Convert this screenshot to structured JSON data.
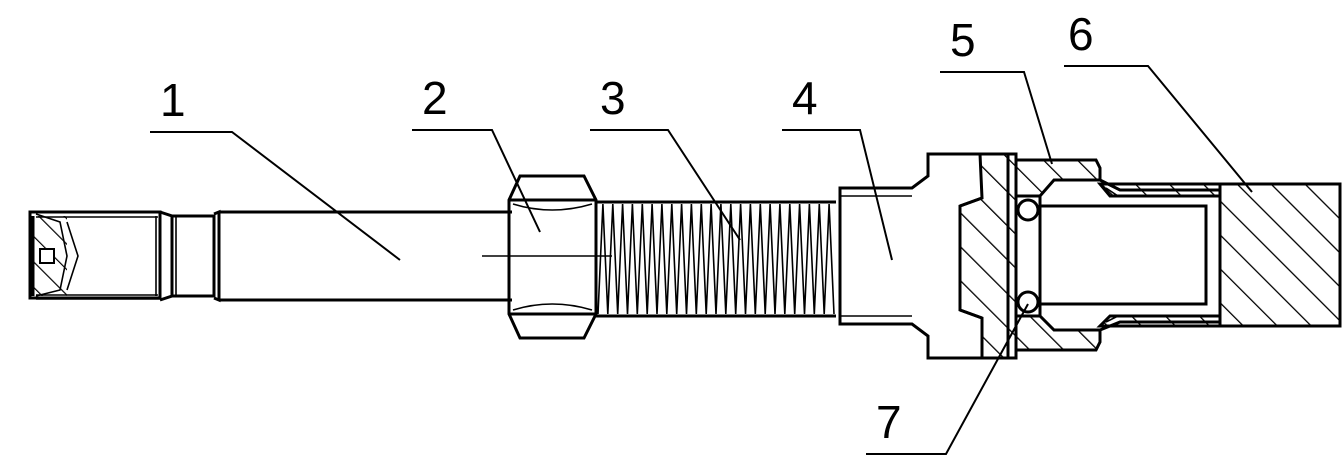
{
  "labels": [
    {
      "id": "1",
      "text": "1"
    },
    {
      "id": "2",
      "text": "2"
    },
    {
      "id": "3",
      "text": "3"
    },
    {
      "id": "4",
      "text": "4"
    },
    {
      "id": "5",
      "text": "5"
    },
    {
      "id": "6",
      "text": "6"
    },
    {
      "id": "7",
      "text": "7"
    }
  ]
}
